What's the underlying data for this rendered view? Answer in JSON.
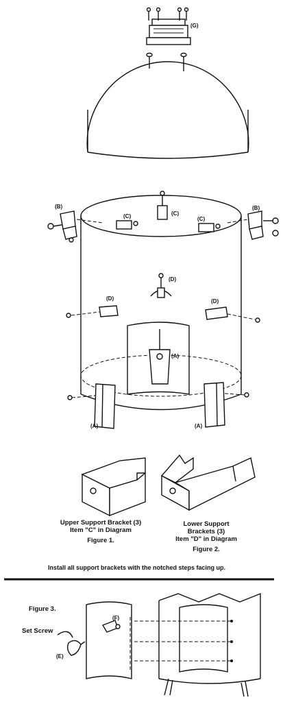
{
  "labels": {
    "G": "(G)",
    "B": "(B)",
    "C": "(C)",
    "D": "(D)",
    "A": "(A)",
    "E": "(E)",
    "F": "(F)"
  },
  "figure1": {
    "line1": "Upper Support Bracket (3)",
    "line2": "Item \"C\" in Diagram",
    "title": "Figure 1."
  },
  "figure2": {
    "line1": "Lower Support",
    "line2": "Brackets (3)",
    "line3": "Item \"D\" in Diagram",
    "title": "Figure 2."
  },
  "instruction": "Install all support brackets with the notched steps facing up.",
  "figure3": {
    "title": "Figure 3.",
    "set_screw": "Set Screw"
  }
}
